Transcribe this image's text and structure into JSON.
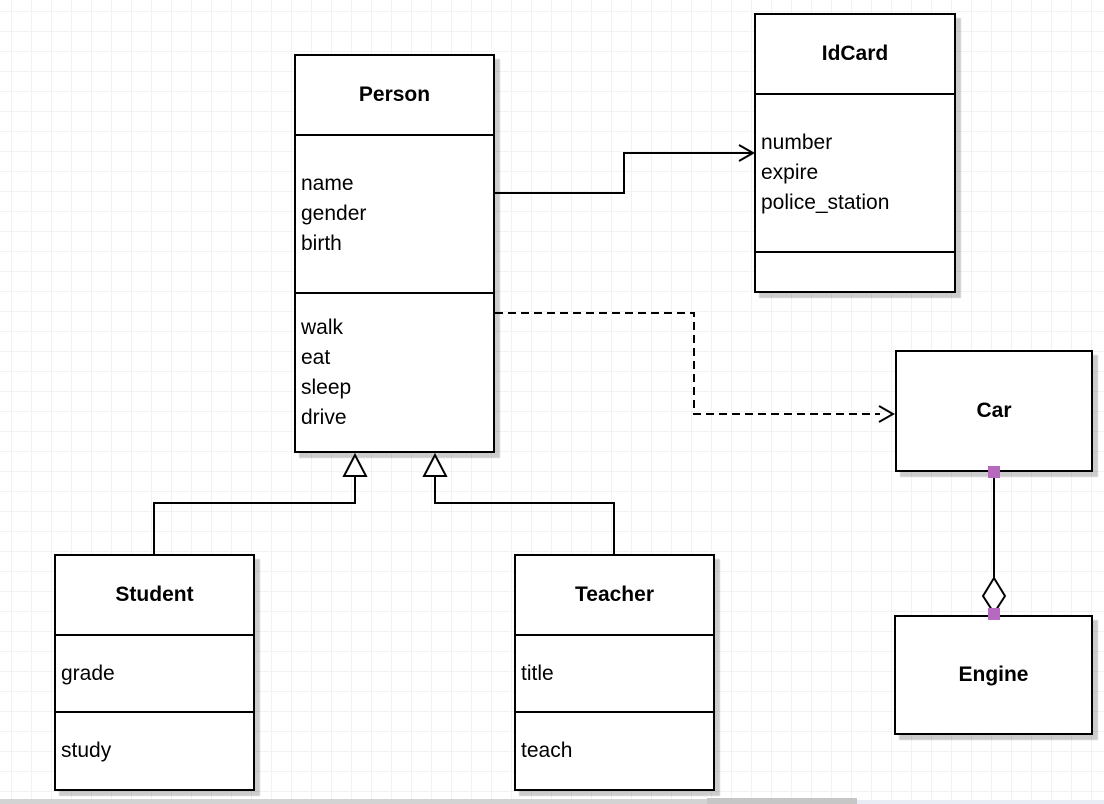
{
  "classes": {
    "person": {
      "title": "Person",
      "attributes": [
        "name",
        "gender",
        "birth"
      ],
      "methods": [
        "walk",
        "eat",
        "sleep",
        "drive"
      ]
    },
    "idcard": {
      "title": "IdCard",
      "attributes": [
        "number",
        "expire",
        "police_station"
      ],
      "methods": []
    },
    "student": {
      "title": "Student",
      "attributes": [
        "grade"
      ],
      "methods": [
        "study"
      ]
    },
    "teacher": {
      "title": "Teacher",
      "attributes": [
        "title"
      ],
      "methods": [
        "teach"
      ]
    },
    "car": {
      "title": "Car"
    },
    "engine": {
      "title": "Engine"
    }
  },
  "relations": [
    {
      "from": "Person",
      "to": "IdCard",
      "type": "association",
      "line": "solid",
      "marker": "open-arrow"
    },
    {
      "from": "Person",
      "to": "Car",
      "type": "dependency",
      "line": "dashed",
      "marker": "open-arrow"
    },
    {
      "from": "Student",
      "to": "Person",
      "type": "generalization",
      "line": "solid",
      "marker": "hollow-triangle"
    },
    {
      "from": "Teacher",
      "to": "Person",
      "type": "generalization",
      "line": "solid",
      "marker": "hollow-triangle"
    },
    {
      "from": "Car",
      "to": "Engine",
      "type": "aggregation",
      "line": "solid",
      "marker": "hollow-diamond"
    }
  ],
  "colors": {
    "shape_border": "#000000",
    "shape_fill": "#ffffff",
    "line": "#000000",
    "connection_handle": "#b56ac0",
    "shadow": "#c9c9c9",
    "grid_line": "#f2f2f5",
    "canvas_bg": "#ffffff"
  }
}
